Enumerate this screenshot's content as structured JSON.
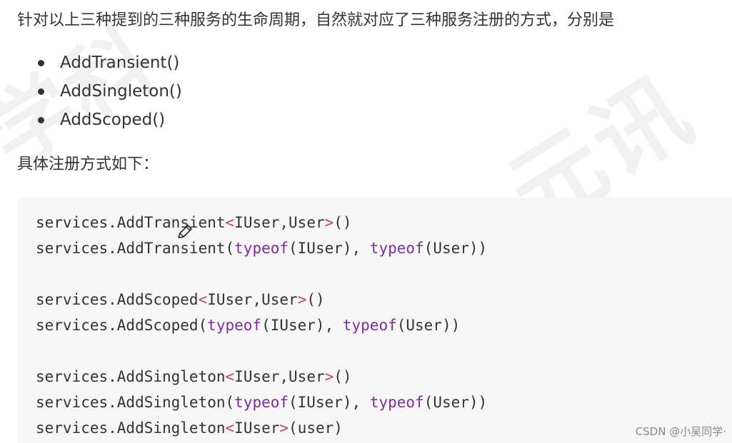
{
  "intro_text": "针对以上三种提到的三种服务的生命周期，自然就对应了三种服务注册的方式，分别是",
  "methods": [
    "AddTransient()",
    "AddSingleton()",
    "AddScoped()"
  ],
  "subheading": "具体注册方式如下：",
  "code_lines": [
    [
      {
        "t": "services.AddTransient",
        "c": ""
      },
      {
        "t": "<",
        "c": "tg"
      },
      {
        "t": "IUser,User",
        "c": ""
      },
      {
        "t": ">",
        "c": "tg"
      },
      {
        "t": "()",
        "c": ""
      }
    ],
    [
      {
        "t": "services.AddTransient(",
        "c": ""
      },
      {
        "t": "typeof",
        "c": "kw"
      },
      {
        "t": "(IUser), ",
        "c": ""
      },
      {
        "t": "typeof",
        "c": "kw"
      },
      {
        "t": "(User))",
        "c": ""
      }
    ],
    [],
    [
      {
        "t": "services.AddScoped",
        "c": ""
      },
      {
        "t": "<",
        "c": "tg"
      },
      {
        "t": "IUser,User",
        "c": ""
      },
      {
        "t": ">",
        "c": "tg"
      },
      {
        "t": "()",
        "c": ""
      }
    ],
    [
      {
        "t": "services.AddScoped(",
        "c": ""
      },
      {
        "t": "typeof",
        "c": "kw"
      },
      {
        "t": "(IUser), ",
        "c": ""
      },
      {
        "t": "typeof",
        "c": "kw"
      },
      {
        "t": "(User))",
        "c": ""
      }
    ],
    [],
    [
      {
        "t": "services.AddSingleton",
        "c": ""
      },
      {
        "t": "<",
        "c": "tg"
      },
      {
        "t": "IUser,User",
        "c": ""
      },
      {
        "t": ">",
        "c": "tg"
      },
      {
        "t": "()",
        "c": ""
      }
    ],
    [
      {
        "t": "services.AddSingleton(",
        "c": ""
      },
      {
        "t": "typeof",
        "c": "kw"
      },
      {
        "t": "(IUser), ",
        "c": ""
      },
      {
        "t": "typeof",
        "c": "kw"
      },
      {
        "t": "(User))",
        "c": ""
      }
    ],
    [
      {
        "t": "services.AddSingleton",
        "c": ""
      },
      {
        "t": "<",
        "c": "tg"
      },
      {
        "t": "IUser",
        "c": ""
      },
      {
        "t": ">",
        "c": "tg"
      },
      {
        "t": "(user)",
        "c": ""
      }
    ]
  ],
  "cursor_icon": "pencil-cursor-icon",
  "watermark_source": "CSDN @小吴同学·",
  "watermark_text_left": "学科",
  "watermark_text_right": "元讯",
  "colors": {
    "keyword": "#7c2f9c",
    "angle_bracket": "#b34b6a",
    "text": "#333333",
    "code_background": "#f6f6f6"
  }
}
